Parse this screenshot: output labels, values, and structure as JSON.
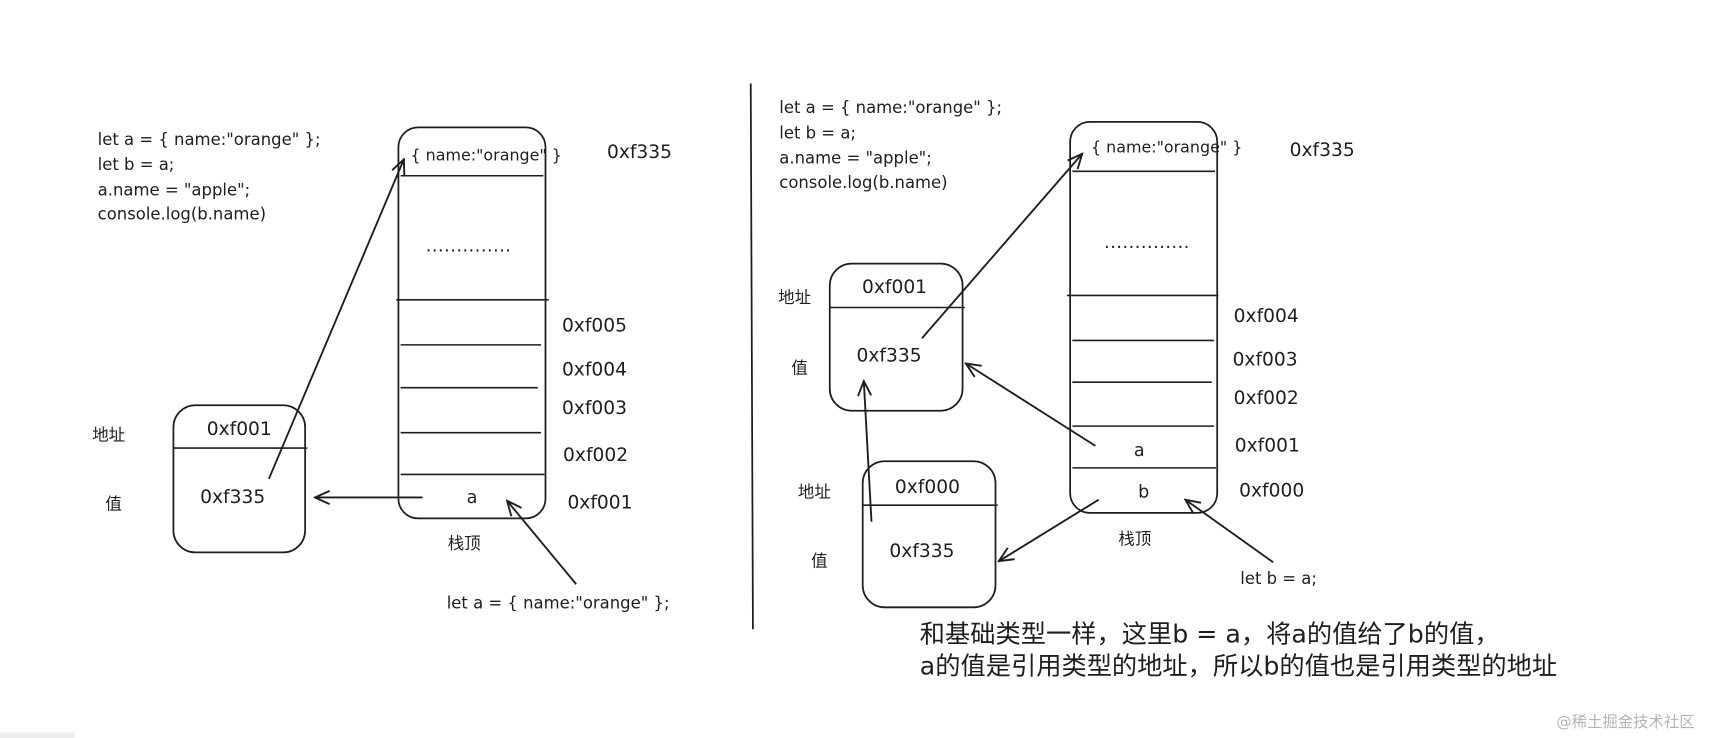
{
  "left_panel": {
    "code_lines": [
      "let a = { name:\"orange\" };",
      "let b = a;",
      "a.name = \"apple\";",
      "console.log(b.name)"
    ],
    "stack": {
      "object_text": "{ name:\"orange\" }",
      "object_address": "0xf335",
      "ellipsis": "..............",
      "cell_addresses": [
        "0xf005",
        "0xf004",
        "0xf003",
        "0xf002",
        "0xf001"
      ],
      "cell_a_label": "a",
      "top_label": "栈顶"
    },
    "variable_box": {
      "address_label": "地址",
      "value_label": "值",
      "address": "0xf001",
      "value": "0xf335"
    },
    "note": "let a = { name:\"orange\" };"
  },
  "right_panel": {
    "code_lines": [
      "let a = { name:\"orange\" };",
      "let b = a;",
      "a.name = \"apple\";",
      "console.log(b.name)"
    ],
    "stack": {
      "object_text": "{ name:\"orange\" }",
      "object_address": "0xf335",
      "ellipsis": "..............",
      "cell_addresses": [
        "0xf004",
        "0xf003",
        "0xf002",
        "0xf001",
        "0xf000"
      ],
      "cell_a_label": "a",
      "cell_b_label": "b",
      "top_label": "栈顶"
    },
    "variable_box_a": {
      "address_label": "地址",
      "value_label": "值",
      "address": "0xf001",
      "value": "0xf335"
    },
    "variable_box_b": {
      "address_label": "地址",
      "value_label": "值",
      "address": "0xf000",
      "value": "0xf335"
    },
    "note": "let b = a;"
  },
  "caption": [
    "和基础类型一样，这里b = a，将a的值给了b的值，",
    "a的值是引用类型的地址，所以b的值也是引用类型的地址"
  ],
  "watermark": "@稀土掘金技术社区"
}
